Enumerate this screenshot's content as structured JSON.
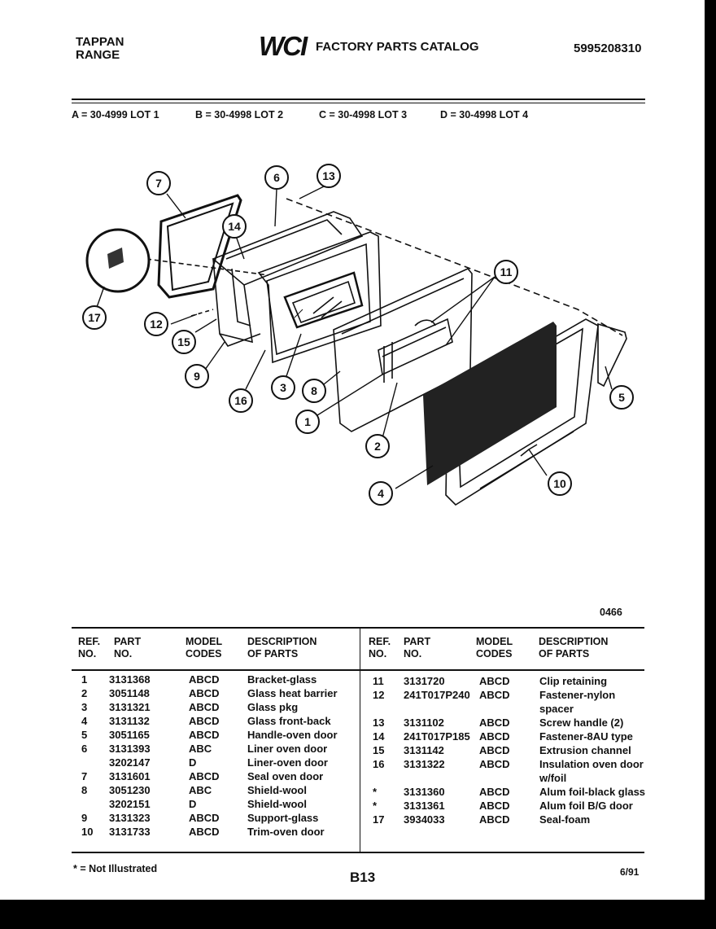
{
  "header": {
    "brand_line1": "TAPPAN",
    "brand_line2": "RANGE",
    "logo": "WCI",
    "catalog_title": "FACTORY PARTS CATALOG",
    "catalog_number": "5995208310"
  },
  "lots": [
    "A = 30-4999 LOT 1",
    "B = 30-4998 LOT 2",
    "C = 30-4998 LOT 3",
    "D = 30-4998 LOT 4"
  ],
  "diagram": {
    "callouts": [
      "7",
      "6",
      "13",
      "14",
      "17",
      "12",
      "15",
      "9",
      "16",
      "3",
      "8",
      "1",
      "2",
      "11",
      "5",
      "4",
      "10"
    ],
    "drawing_code": "0466"
  },
  "table": {
    "headers": {
      "ref": [
        "REF.",
        "NO."
      ],
      "part": [
        "PART",
        "NO."
      ],
      "model": [
        "MODEL",
        "CODES"
      ],
      "desc": [
        "DESCRIPTION",
        "OF PARTS"
      ]
    },
    "left_rows": [
      {
        "ref": "1",
        "part": "3131368",
        "model": "ABCD",
        "desc": "Bracket-glass"
      },
      {
        "ref": "2",
        "part": "3051148",
        "model": "ABCD",
        "desc": "Glass heat barrier"
      },
      {
        "ref": "3",
        "part": "3131321",
        "model": "ABCD",
        "desc": "Glass pkg"
      },
      {
        "ref": "4",
        "part": "3131132",
        "model": "ABCD",
        "desc": "Glass front-back"
      },
      {
        "ref": "5",
        "part": "3051165",
        "model": "ABCD",
        "desc": "Handle-oven door"
      },
      {
        "ref": "6",
        "part": "3131393",
        "model": "ABC",
        "desc": "Liner oven door"
      },
      {
        "ref": "",
        "part": "3202147",
        "model": "D",
        "desc": "Liner-oven door"
      },
      {
        "ref": "7",
        "part": "3131601",
        "model": "ABCD",
        "desc": "Seal oven door"
      },
      {
        "ref": "8",
        "part": "3051230",
        "model": "ABC",
        "desc": "Shield-wool"
      },
      {
        "ref": "",
        "part": "3202151",
        "model": "D",
        "desc": "Shield-wool"
      },
      {
        "ref": "9",
        "part": "3131323",
        "model": "ABCD",
        "desc": "Support-glass"
      },
      {
        "ref": "10",
        "part": "3131733",
        "model": "ABCD",
        "desc": "Trim-oven door"
      }
    ],
    "right_rows": [
      {
        "ref": "11",
        "part": "3131720",
        "model": "ABCD",
        "desc": "Clip retaining"
      },
      {
        "ref": "12",
        "part": "241T017P240",
        "model": "ABCD",
        "desc": "Fastener-nylon"
      },
      {
        "ref": "",
        "part": "",
        "model": "",
        "desc": "spacer"
      },
      {
        "ref": "13",
        "part": "3131102",
        "model": "ABCD",
        "desc": "Screw handle (2)"
      },
      {
        "ref": "14",
        "part": "241T017P185",
        "model": "ABCD",
        "desc": "Fastener-8AU type"
      },
      {
        "ref": "15",
        "part": "3131142",
        "model": "ABCD",
        "desc": "Extrusion channel"
      },
      {
        "ref": "16",
        "part": "3131322",
        "model": "ABCD",
        "desc": "Insulation oven door"
      },
      {
        "ref": "",
        "part": "",
        "model": "",
        "desc": "w/foil"
      },
      {
        "ref": "*",
        "part": "3131360",
        "model": "ABCD",
        "desc": "Alum foil-black glass"
      },
      {
        "ref": "*",
        "part": "3131361",
        "model": "ABCD",
        "desc": "Alum foil B/G door"
      },
      {
        "ref": "17",
        "part": "3934033",
        "model": "ABCD",
        "desc": "Seal-foam"
      }
    ]
  },
  "footer": {
    "note": "* = Not Illustrated",
    "page": "B13",
    "date": "6/91"
  },
  "colors": {
    "ink": "#111111",
    "paper": "#ffffff",
    "border": "#000000"
  }
}
